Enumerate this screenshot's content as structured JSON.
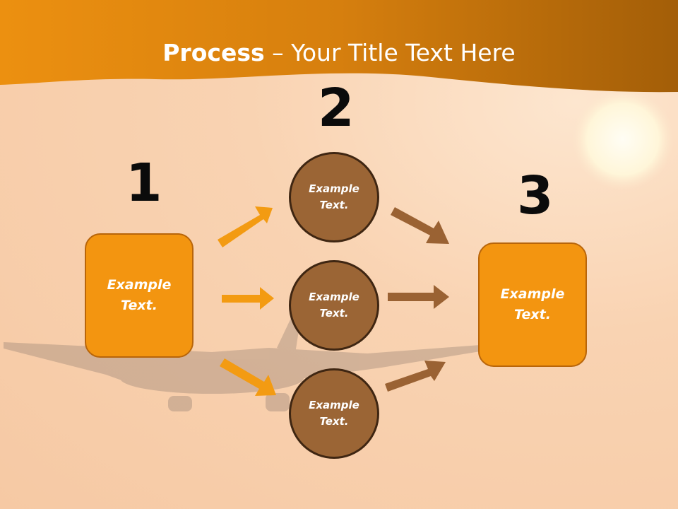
{
  "title": {
    "bold": "Process",
    "rest": " – Your Title Text Here"
  },
  "steps": [
    {
      "number": "1",
      "label": "Example\nText."
    },
    {
      "number": "2",
      "label": ""
    },
    {
      "number": "3",
      "label": "Example\nText."
    }
  ],
  "circles": [
    {
      "label": "Example\nText."
    },
    {
      "label": "Example\nText."
    },
    {
      "label": "Example\nText."
    }
  ],
  "colors": {
    "orange": "#f39510",
    "brown": "#9b6535",
    "header": "#cf7a0a",
    "arrow_orange": "#f39b12",
    "arrow_brown": "#9a6233"
  }
}
